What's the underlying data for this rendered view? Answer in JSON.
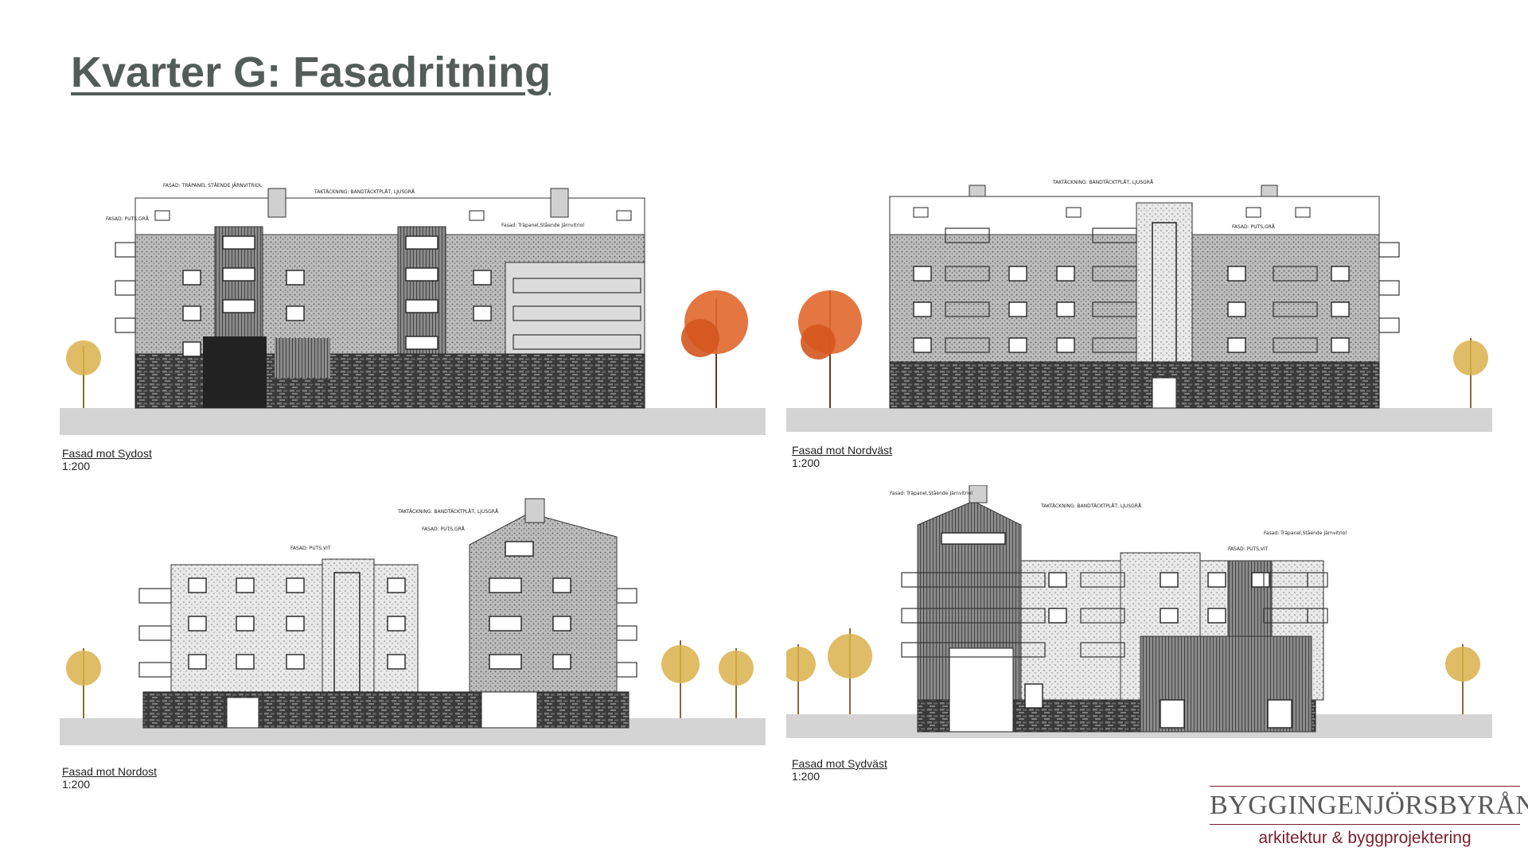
{
  "title": "Kvarter G: Fasadritning",
  "elevations": [
    {
      "name": "Fasad mot Sydost",
      "scale": "1:200",
      "annotations": [
        "FASAD: TRÄPANEL STÅENDE JÄRNVITRIOL",
        "TAKTÄCKNING: BANDTÄCKTPLÅT, LJUSGRÅ",
        "FASAD: PUTS,GRÅ",
        "Fasad: Träpanel,Stående Järnvitriol"
      ]
    },
    {
      "name": "Fasad mot Nordväst",
      "scale": "1:200",
      "annotations": [
        "TAKTÄCKNING: BANDTÄCKTPLÅT, LJUSGRÅ",
        "FASAD: PUTS,GRÅ"
      ]
    },
    {
      "name": "Fasad mot Nordost",
      "scale": "1:200",
      "annotations": [
        "TAKTÄCKNING: BANDTÄCKTPLÅT, LJUSGRÅ",
        "FASAD: PUTS,GRÅ",
        "FASAD: PUTS,VIT"
      ]
    },
    {
      "name": "Fasad mot Sydväst",
      "scale": "1:200",
      "annotations": [
        "Fasad: Träpanel,Stående Järnvitriol",
        "TAKTÄCKNING: BANDTÄCKTPLÅT, LJUSGRÅ",
        "Fasad: Träpanel,Stående Järnvitriol",
        "FASAD: PUTS,VIT"
      ]
    }
  ],
  "logo": {
    "name": "BYGGINGENJÖRSBYRÅN",
    "tagline": "arkitektur & byggprojektering",
    "color": "#7a1e2d"
  }
}
